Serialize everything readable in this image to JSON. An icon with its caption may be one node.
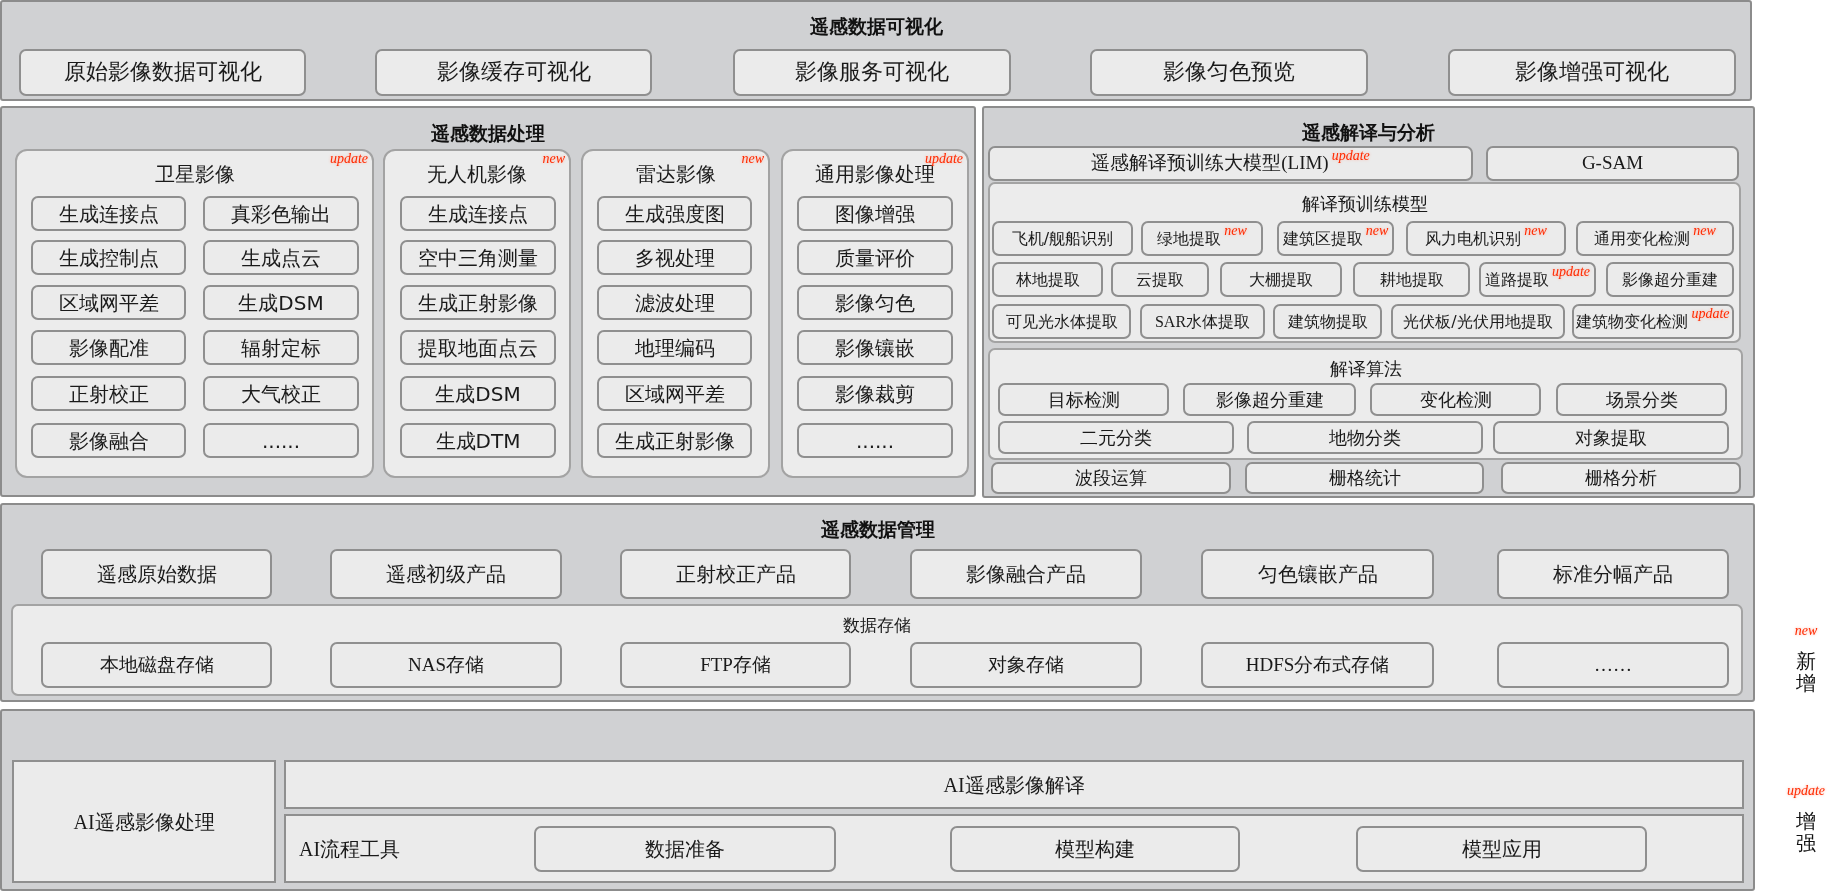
{
  "diagram": {
    "nodes": [
      {
        "text": [
          "遥感数据可视化"
        ]
      },
      {
        "text": [
          "原始影像数据可视化"
        ],
        "in": 0
      },
      {
        "text": [
          "影像缓存可视化"
        ],
        "in": 0
      },
      {
        "text": [
          "影像服务可视化"
        ],
        "in": 0
      },
      {
        "text": [
          "影像匀色预览"
        ],
        "in": 0
      },
      {
        "text": [
          "影像增强可视化"
        ],
        "in": 0
      },
      {
        "text": [
          "遥感数据处理"
        ]
      },
      {
        "text": [
          "卫星影像",
          "update"
        ],
        "in": 6
      },
      {
        "text": [
          "生成连接点"
        ],
        "in": 7
      },
      {
        "text": [
          "真彩色输出"
        ],
        "in": 7
      },
      {
        "text": [
          "生成控制点"
        ],
        "in": 7
      },
      {
        "text": [
          "生成点云"
        ],
        "in": 7
      },
      {
        "text": [
          "区域网平差"
        ],
        "in": 7
      },
      {
        "text": [
          "生成DSM"
        ],
        "in": 7
      },
      {
        "text": [
          "影像配准"
        ],
        "in": 7
      },
      {
        "text": [
          "辐射定标"
        ],
        "in": 7
      },
      {
        "text": [
          "正射校正"
        ],
        "in": 7
      },
      {
        "text": [
          "大气校正"
        ],
        "in": 7
      },
      {
        "text": [
          "影像融合"
        ],
        "in": 7
      },
      {
        "text": [
          "......"
        ],
        "in": 7
      },
      {
        "text": [
          "无人机影像",
          "new"
        ],
        "in": 6
      },
      {
        "text": [
          "生成连接点"
        ],
        "in": 20
      },
      {
        "text": [
          "空中三角测量"
        ],
        "in": 20
      },
      {
        "text": [
          "生成正射影像"
        ],
        "in": 20
      },
      {
        "text": [
          "提取地面点云"
        ],
        "in": 20
      },
      {
        "text": [
          "生成DSM"
        ],
        "in": 20
      },
      {
        "text": [
          "生成DTM"
        ],
        "in": 20
      },
      {
        "text": [
          "雷达影像",
          "new"
        ],
        "in": 6
      },
      {
        "text": [
          "生成强度图"
        ],
        "in": 27
      },
      {
        "text": [
          "多视处理"
        ],
        "in": 27
      },
      {
        "text": [
          "滤波处理"
        ],
        "in": 27
      },
      {
        "text": [
          "地理编码"
        ],
        "in": 27
      },
      {
        "text": [
          "区域网平差"
        ],
        "in": 27
      },
      {
        "text": [
          "生成正射影像"
        ],
        "in": 27
      },
      {
        "text": [
          "通用影像处理",
          "update"
        ],
        "in": 6
      },
      {
        "text": [
          "图像增强"
        ],
        "in": 34
      },
      {
        "text": [
          "质量评价"
        ],
        "in": 34
      },
      {
        "text": [
          "影像匀色"
        ],
        "in": 34
      },
      {
        "text": [
          "影像镶嵌"
        ],
        "in": 34
      },
      {
        "text": [
          "影像裁剪"
        ],
        "in": 34
      },
      {
        "text": [
          "......"
        ],
        "in": 34
      },
      {
        "text": [
          "遥感解译与分析"
        ]
      },
      {
        "text": [
          "遥感解译预训练大模型(LIM)",
          "update"
        ],
        "in": 41
      },
      {
        "text": [
          "G-SAM"
        ],
        "in": 41
      },
      {
        "text": [
          "解译预训练模型"
        ],
        "in": 41
      },
      {
        "text": [
          "飞机/舰船识别"
        ],
        "in": 44
      },
      {
        "text": [
          "绿地提取",
          "new"
        ],
        "in": 44
      },
      {
        "text": [
          "建筑区提取",
          "new"
        ],
        "in": 44
      },
      {
        "text": [
          "风力电机识别",
          "new"
        ],
        "in": 44
      },
      {
        "text": [
          "通用变化检测",
          "new"
        ],
        "in": 44
      },
      {
        "text": [
          "林地提取"
        ],
        "in": 44
      },
      {
        "text": [
          "云提取"
        ],
        "in": 44
      },
      {
        "text": [
          "大棚提取"
        ],
        "in": 44
      },
      {
        "text": [
          "耕地提取"
        ],
        "in": 44
      },
      {
        "text": [
          "道路提取",
          "update"
        ],
        "in": 44
      },
      {
        "text": [
          "影像超分重建"
        ],
        "in": 44
      },
      {
        "text": [
          "可见光水体提取"
        ],
        "in": 44
      },
      {
        "text": [
          "SAR水体提取"
        ],
        "in": 44
      },
      {
        "text": [
          "建筑物提取"
        ],
        "in": 44
      },
      {
        "text": [
          "光伏板/光伏用地提取"
        ],
        "in": 44
      },
      {
        "text": [
          "建筑物变化检测",
          "update"
        ],
        "in": 44
      },
      {
        "text": [
          "解译算法"
        ],
        "in": 41
      },
      {
        "text": [
          "目标检测"
        ],
        "in": 61
      },
      {
        "text": [
          "影像超分重建"
        ],
        "in": 61
      },
      {
        "text": [
          "变化检测"
        ],
        "in": 61
      },
      {
        "text": [
          "场景分类"
        ],
        "in": 61
      },
      {
        "text": [
          "二元分类"
        ],
        "in": 61
      },
      {
        "text": [
          "地物分类"
        ],
        "in": 61
      },
      {
        "text": [
          "对象提取"
        ],
        "in": 61
      },
      {
        "text": [
          "波段运算"
        ],
        "in": 41
      },
      {
        "text": [
          "栅格统计"
        ],
        "in": 41
      },
      {
        "text": [
          "栅格分析"
        ],
        "in": 41
      },
      {
        "text": [
          "遥感数据管理"
        ]
      },
      {
        "text": [
          "遥感原始数据"
        ],
        "in": 72
      },
      {
        "text": [
          "遥感初级产品"
        ],
        "in": 72
      },
      {
        "text": [
          "正射校正产品"
        ],
        "in": 72
      },
      {
        "text": [
          "影像融合产品"
        ],
        "in": 72
      },
      {
        "text": [
          "匀色镶嵌产品"
        ],
        "in": 72
      },
      {
        "text": [
          "标准分幅产品"
        ],
        "in": 72
      },
      {
        "text": [
          "数据存储"
        ],
        "in": 72
      },
      {
        "text": [
          "本地磁盘存储"
        ],
        "in": 79
      },
      {
        "text": [
          "NAS存储"
        ],
        "in": 79
      },
      {
        "text": [
          "FTP存储"
        ],
        "in": 79
      },
      {
        "text": [
          "对象存储"
        ],
        "in": 79
      },
      {
        "text": [
          "HDFS分布式存储"
        ],
        "in": 79
      },
      {
        "text": [
          "……"
        ],
        "in": 79
      },
      {
        "text": [],
        "shape": "box"
      },
      {
        "text": [
          "AI遥感影像处理"
        ],
        "in": 86
      },
      {
        "text": [
          "AI遥感影像解译"
        ],
        "in": 86
      },
      {
        "text": [
          "AI流程工具"
        ],
        "in": 86
      },
      {
        "text": [
          "数据准备"
        ],
        "in": 89
      },
      {
        "text": [
          "模型构建"
        ],
        "in": 89
      },
      {
        "text": [
          "模型应用"
        ],
        "in": 89
      }
    ],
    "labels": [
      "new",
      "新增",
      "update",
      "增强"
    ]
  }
}
